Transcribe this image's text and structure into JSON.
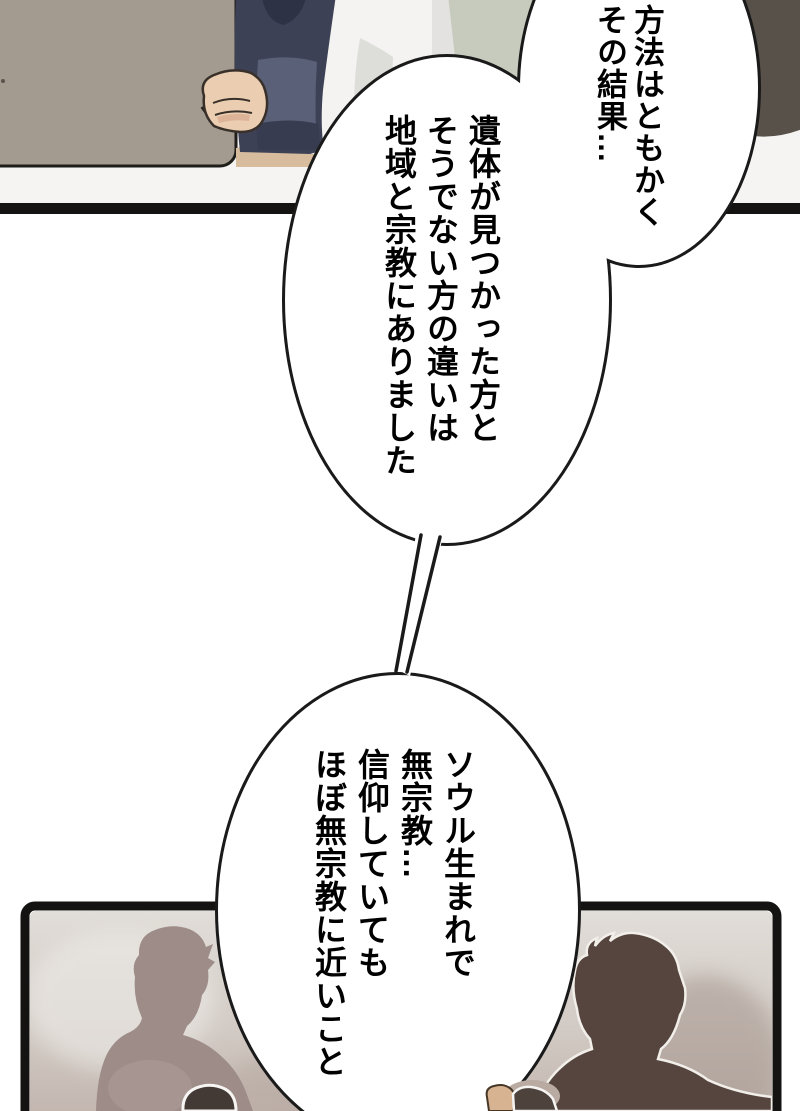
{
  "comic": {
    "bubbles": [
      {
        "name": "bubble-top-right",
        "text": "方法はともかく\nその結果…"
      },
      {
        "name": "bubble-middle",
        "text": "遺体が見つかった方と\nそうでない方の違いは\n地域と宗教にありました"
      },
      {
        "name": "bubble-bottom",
        "text": "ソウル生まれで\n無宗教…\n信仰していても\nほぼ無宗教に近いこと"
      }
    ],
    "colors": {
      "ink": "#1a1a1a",
      "page_background": "#ffffff",
      "board": "#a49b90",
      "board_tan_strip": "#d7bc9e",
      "sleeve_dark": "#3d4156",
      "sleeve_light": "#5a6078",
      "skin": "#ebceb2",
      "shirt": "#f4f3f1",
      "shirt_shade": "#d8d8d6",
      "sage_background": "#c6cbbd",
      "dark_object": "#585149",
      "panel_border": "#141311",
      "audience_bg_top": "#e1ddd8",
      "audience_bg_bottom": "#c2b6af",
      "left_figure": "#9d8c88",
      "right_figure": "#55453e",
      "front_head": "#443a35",
      "front_hand": "#d8b392"
    }
  }
}
